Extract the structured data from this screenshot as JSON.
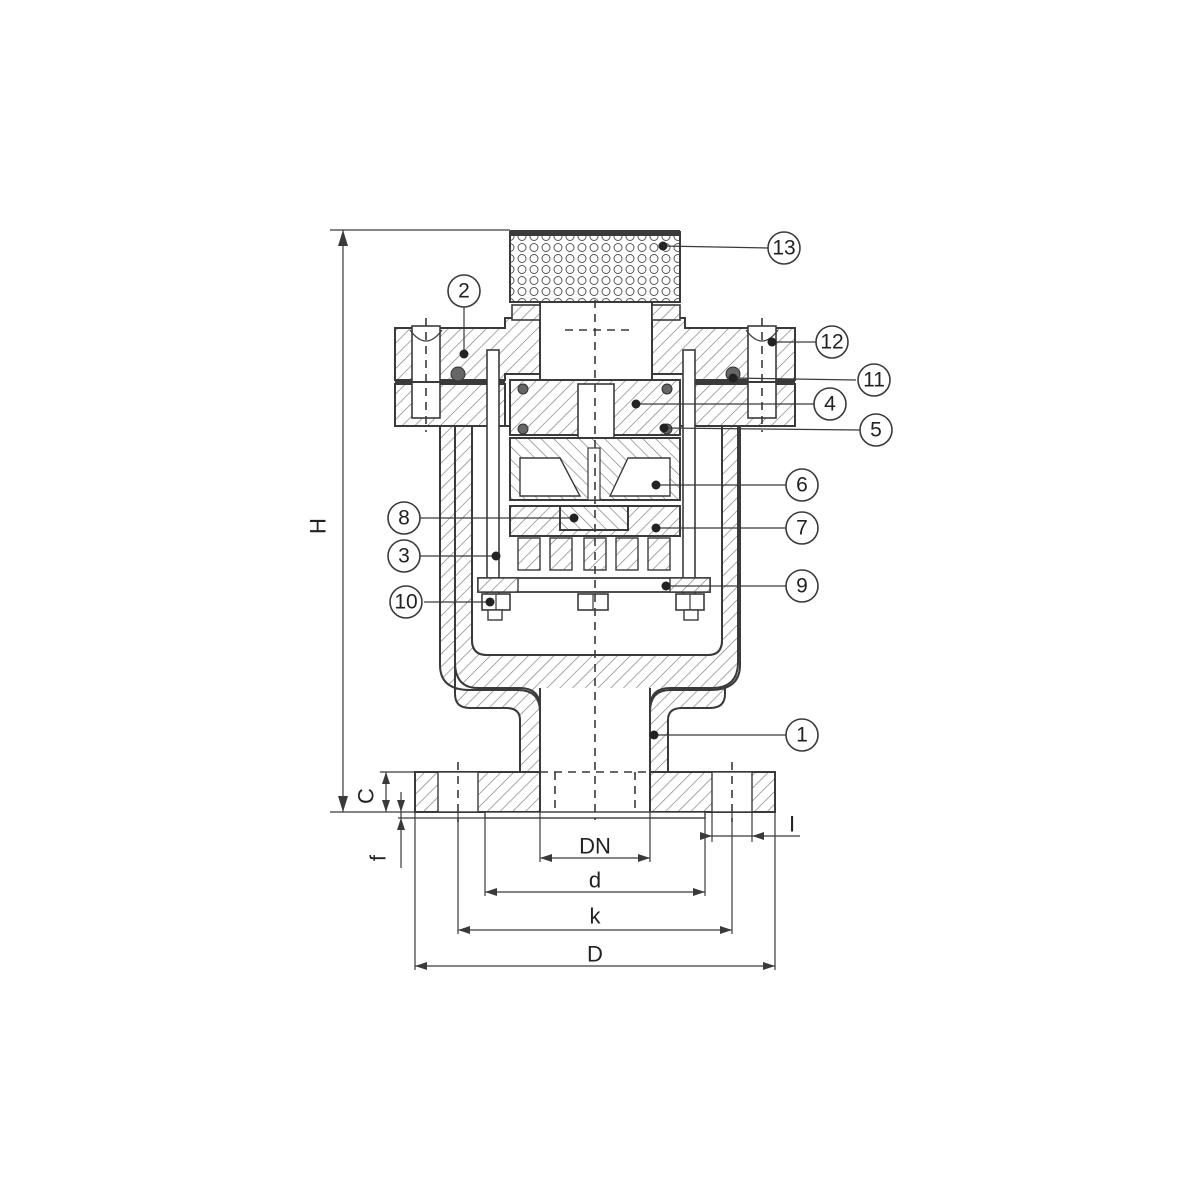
{
  "callouts": [
    {
      "id": "1",
      "label": "1"
    },
    {
      "id": "2",
      "label": "2"
    },
    {
      "id": "3",
      "label": "3"
    },
    {
      "id": "4",
      "label": "4"
    },
    {
      "id": "5",
      "label": "5"
    },
    {
      "id": "6",
      "label": "6"
    },
    {
      "id": "7",
      "label": "7"
    },
    {
      "id": "8",
      "label": "8"
    },
    {
      "id": "9",
      "label": "9"
    },
    {
      "id": "10",
      "label": "10"
    },
    {
      "id": "11",
      "label": "11"
    },
    {
      "id": "12",
      "label": "12"
    },
    {
      "id": "13",
      "label": "13"
    }
  ],
  "dimensions": {
    "H": "H",
    "C": "C",
    "f": "f",
    "I": "I",
    "DN": "DN",
    "d": "d",
    "k": "k",
    "D": "D"
  }
}
